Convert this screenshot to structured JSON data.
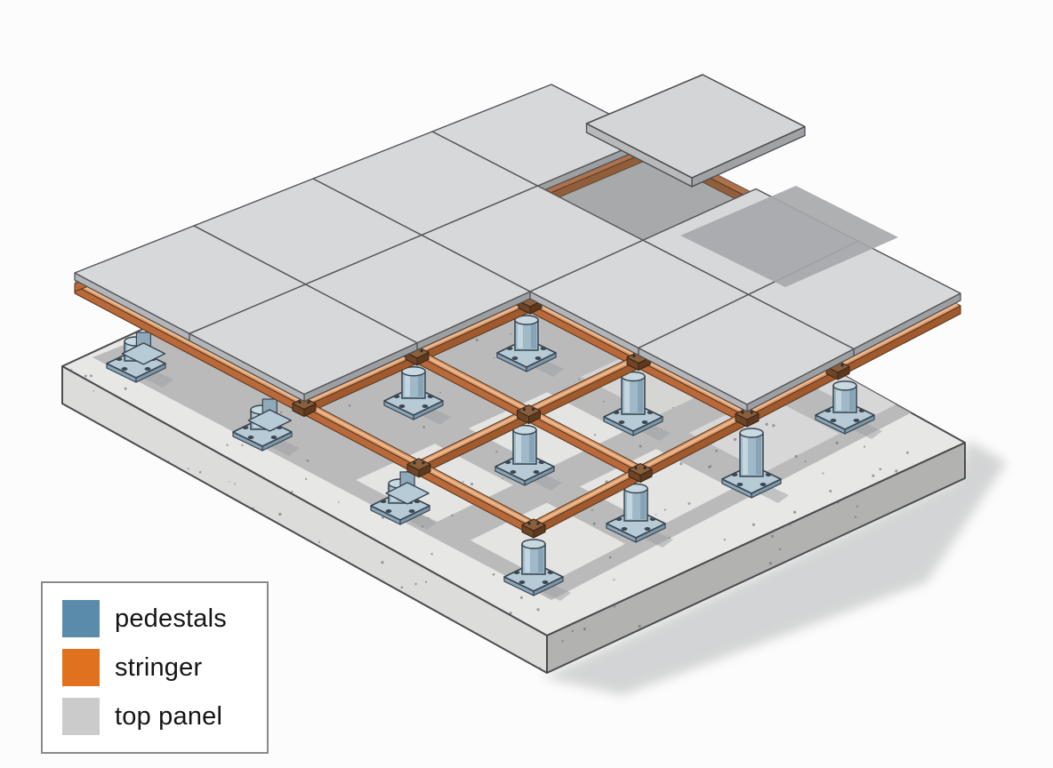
{
  "figure": {
    "kind": "isometric-illustration",
    "subject": "raised access floor system on concrete slab with one lifted top panel"
  },
  "legend": {
    "border_color": "#8a8a8a",
    "items": [
      {
        "id": "pedestals",
        "label": "pedestals",
        "color": "#5b8bab"
      },
      {
        "id": "stringer",
        "label": "stringer",
        "color": "#e0711f"
      },
      {
        "id": "top_panel",
        "label": "top panel",
        "color": "#cbcbcb"
      }
    ]
  },
  "colors": {
    "background": "#fcfcfd",
    "outline": "#4b4c4e",
    "panel_top": "#d7d8da",
    "panel_side_left": "#b3b5b8",
    "panel_side_right": "#9da0a3",
    "stringer_top": "#dd9a68",
    "stringer_highlight": "#efc09a",
    "stringer_front": "#b9693a",
    "stringer_dark": "#a05a2e",
    "stringer_outline": "#5a3a22",
    "pedestal_plate": "#b7cbd7",
    "pedestal_column": "#9fb9c9",
    "pedestal_light": "#c9d9e2",
    "pedestal_dark": "#7e9aac",
    "pedestal_outline": "#37444e",
    "slab_top": "#e7e7e5",
    "slab_front_left": "#dcdcda",
    "slab_front_right": "#b2b3b1",
    "speckle": "#5f6065",
    "shadow": "#b1b2b4",
    "shadow_light_slit": "#ebebe9",
    "ground_shadow": "#c6c7c8",
    "float_shadow": "#a6a7aa",
    "gap_floor": "#a2a4a7"
  }
}
